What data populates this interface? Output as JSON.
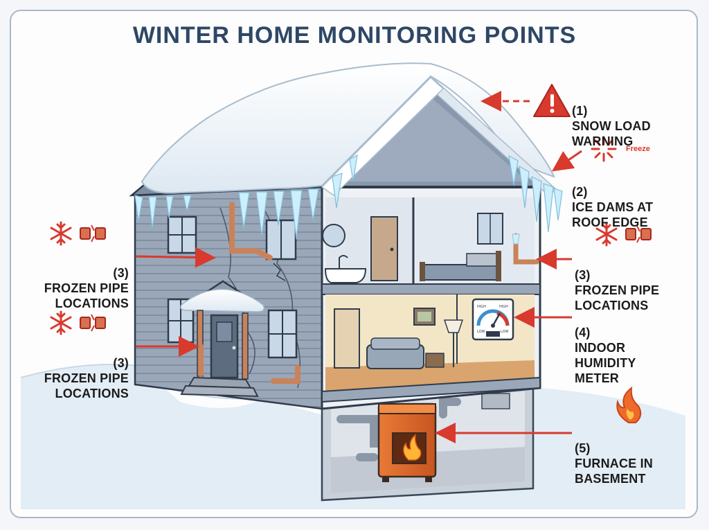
{
  "title": "WINTER HOME MONITORING POINTS",
  "callouts": {
    "snow_load": {
      "number": "(1)",
      "text": "SNOW LOAD\nWARNING"
    },
    "ice_dams": {
      "number": "(2)",
      "text": "ICE DAMS AT\nROOF EDGE",
      "badge": "Freeze"
    },
    "frozen_pipe_left_upper": {
      "number": "(3)",
      "text": "FROZEN PIPE\nLOCATIONS"
    },
    "frozen_pipe_left_lower": {
      "number": "(3)",
      "text": "FROZEN PIPE\nLOCATIONS"
    },
    "frozen_pipe_right": {
      "number": "(3)",
      "text": "FROZEN PIPE\nLOCATIONS"
    },
    "humidity": {
      "number": "(4)",
      "text": "INDOOR\nHUMIDITY\nMETER"
    },
    "furnace": {
      "number": "(5)",
      "text": "FURNACE IN\nBASEMENT"
    }
  },
  "meter": {
    "high_left": "HIGH",
    "high_right": "HIGH",
    "low_left": "LOW",
    "low_right": "LOW"
  },
  "icons": {
    "warning": "warning-triangle-icon",
    "snowflake": "snowflake-icon",
    "broken_pipe": "broken-pipe-icon",
    "flame": "flame-icon",
    "freeze_burst": "freeze-burst-icon"
  },
  "colors": {
    "title": "#2e4766",
    "alert_red": "#d83a2e",
    "pipe_copper": "#c9825a",
    "ice_blue": "#aee0f5",
    "wall_gray": "#8f9db0",
    "furnace_orange": "#e06a2c"
  }
}
